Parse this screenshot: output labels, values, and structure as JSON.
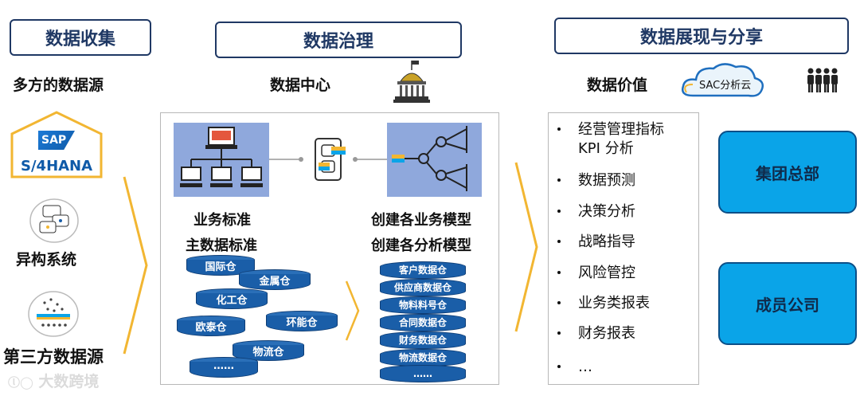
{
  "headers": {
    "collect": "数据收集",
    "govern": "数据治理",
    "share": "数据展现与分享"
  },
  "subtitles": {
    "sources": "多方的数据源",
    "center": "数据中心",
    "value": "数据价值"
  },
  "sources": {
    "sap_logo": "SAP",
    "sap_product": "S/4HANA",
    "hetero": "异构系统",
    "third": "第三方数据源"
  },
  "cloud_label": "SAC分析云",
  "panel": {
    "left_label1": "业务标准",
    "left_label2": "主数据标准",
    "right_label1": "创建各业务模型",
    "right_label2": "创建各分析模型"
  },
  "warehouses": [
    "国际仓",
    "金属仓",
    "化工仓",
    "欧泰仓",
    "环能仓",
    "物流仓",
    "……"
  ],
  "data_stack": [
    "客户数据仓",
    "供应商数据仓",
    "物料料号仓",
    "合同数据仓",
    "财务数据仓",
    "物流数据仓",
    "……"
  ],
  "values_list": {
    "item1_line1": "经营管理指标",
    "item1_line2": "KPI 分析",
    "items": [
      "数据预测",
      "决策分析",
      "战略指导",
      "风险管控",
      "业务类报表",
      "财务报表",
      "…"
    ]
  },
  "targets": {
    "hq": "集团总部",
    "members": "成员公司"
  },
  "watermark": "大数跨境",
  "colors": {
    "accent": "#1f3864",
    "button": "#0aa4e8",
    "chevron": "#f2b632",
    "panel_blue": "#8fa8dc"
  }
}
